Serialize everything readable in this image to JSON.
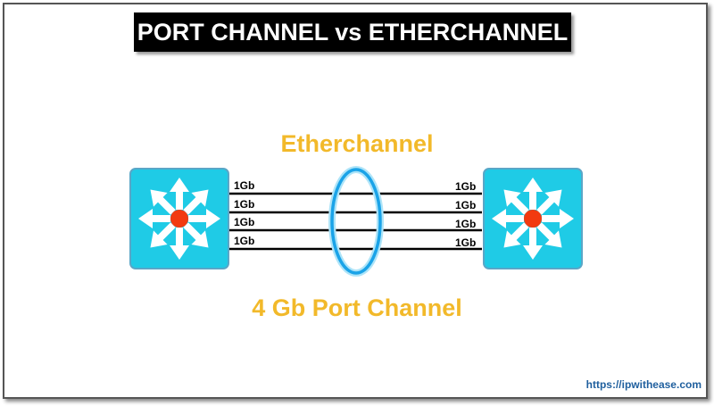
{
  "title": "PORT CHANNEL vs ETHERCHANNEL",
  "etherchannel_label": "Etherchannel",
  "port_channel_label": "4 Gb Port Channel",
  "watermark": "ipwithease.com",
  "url": "https://ipwithease.com",
  "links": [
    {
      "left": "1Gb",
      "right": "1Gb"
    },
    {
      "left": "1Gb",
      "right": "1Gb"
    },
    {
      "left": "1Gb",
      "right": "1Gb"
    },
    {
      "left": "1Gb",
      "right": "1Gb"
    }
  ],
  "colors": {
    "switch": "#1fcbe6",
    "center": "#f23a10",
    "label": "#f2b92a",
    "ellipse": "#1aa3e8"
  }
}
